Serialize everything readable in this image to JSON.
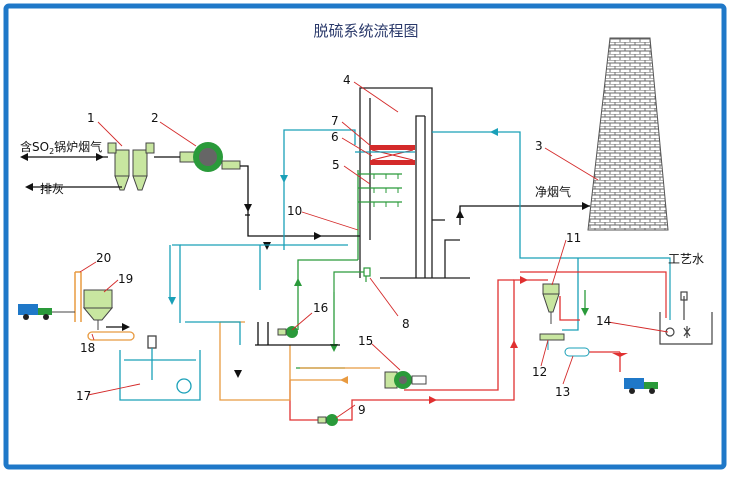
{
  "title": "脱硫系统流程图",
  "labels": {
    "flue_gas_in_prefix": "含SO",
    "flue_gas_in_sub": "2",
    "flue_gas_in_suffix": "锅炉烟气",
    "ash_out": "排灰",
    "clean_gas": "净烟气",
    "process_water": "工艺水"
  },
  "numbers": [
    "1",
    "2",
    "3",
    "4",
    "5",
    "6",
    "7",
    "8",
    "9",
    "10",
    "11",
    "12",
    "13",
    "14",
    "15",
    "16",
    "17",
    "18",
    "19",
    "20"
  ],
  "colors": {
    "border": "#1f78c8",
    "water": "#1aa0b8",
    "slurry_red": "#e03030",
    "green": "#2a9a3a",
    "orange": "#e89a40",
    "equipment_fill": "#c8e6a0",
    "chimney": "#666666"
  }
}
